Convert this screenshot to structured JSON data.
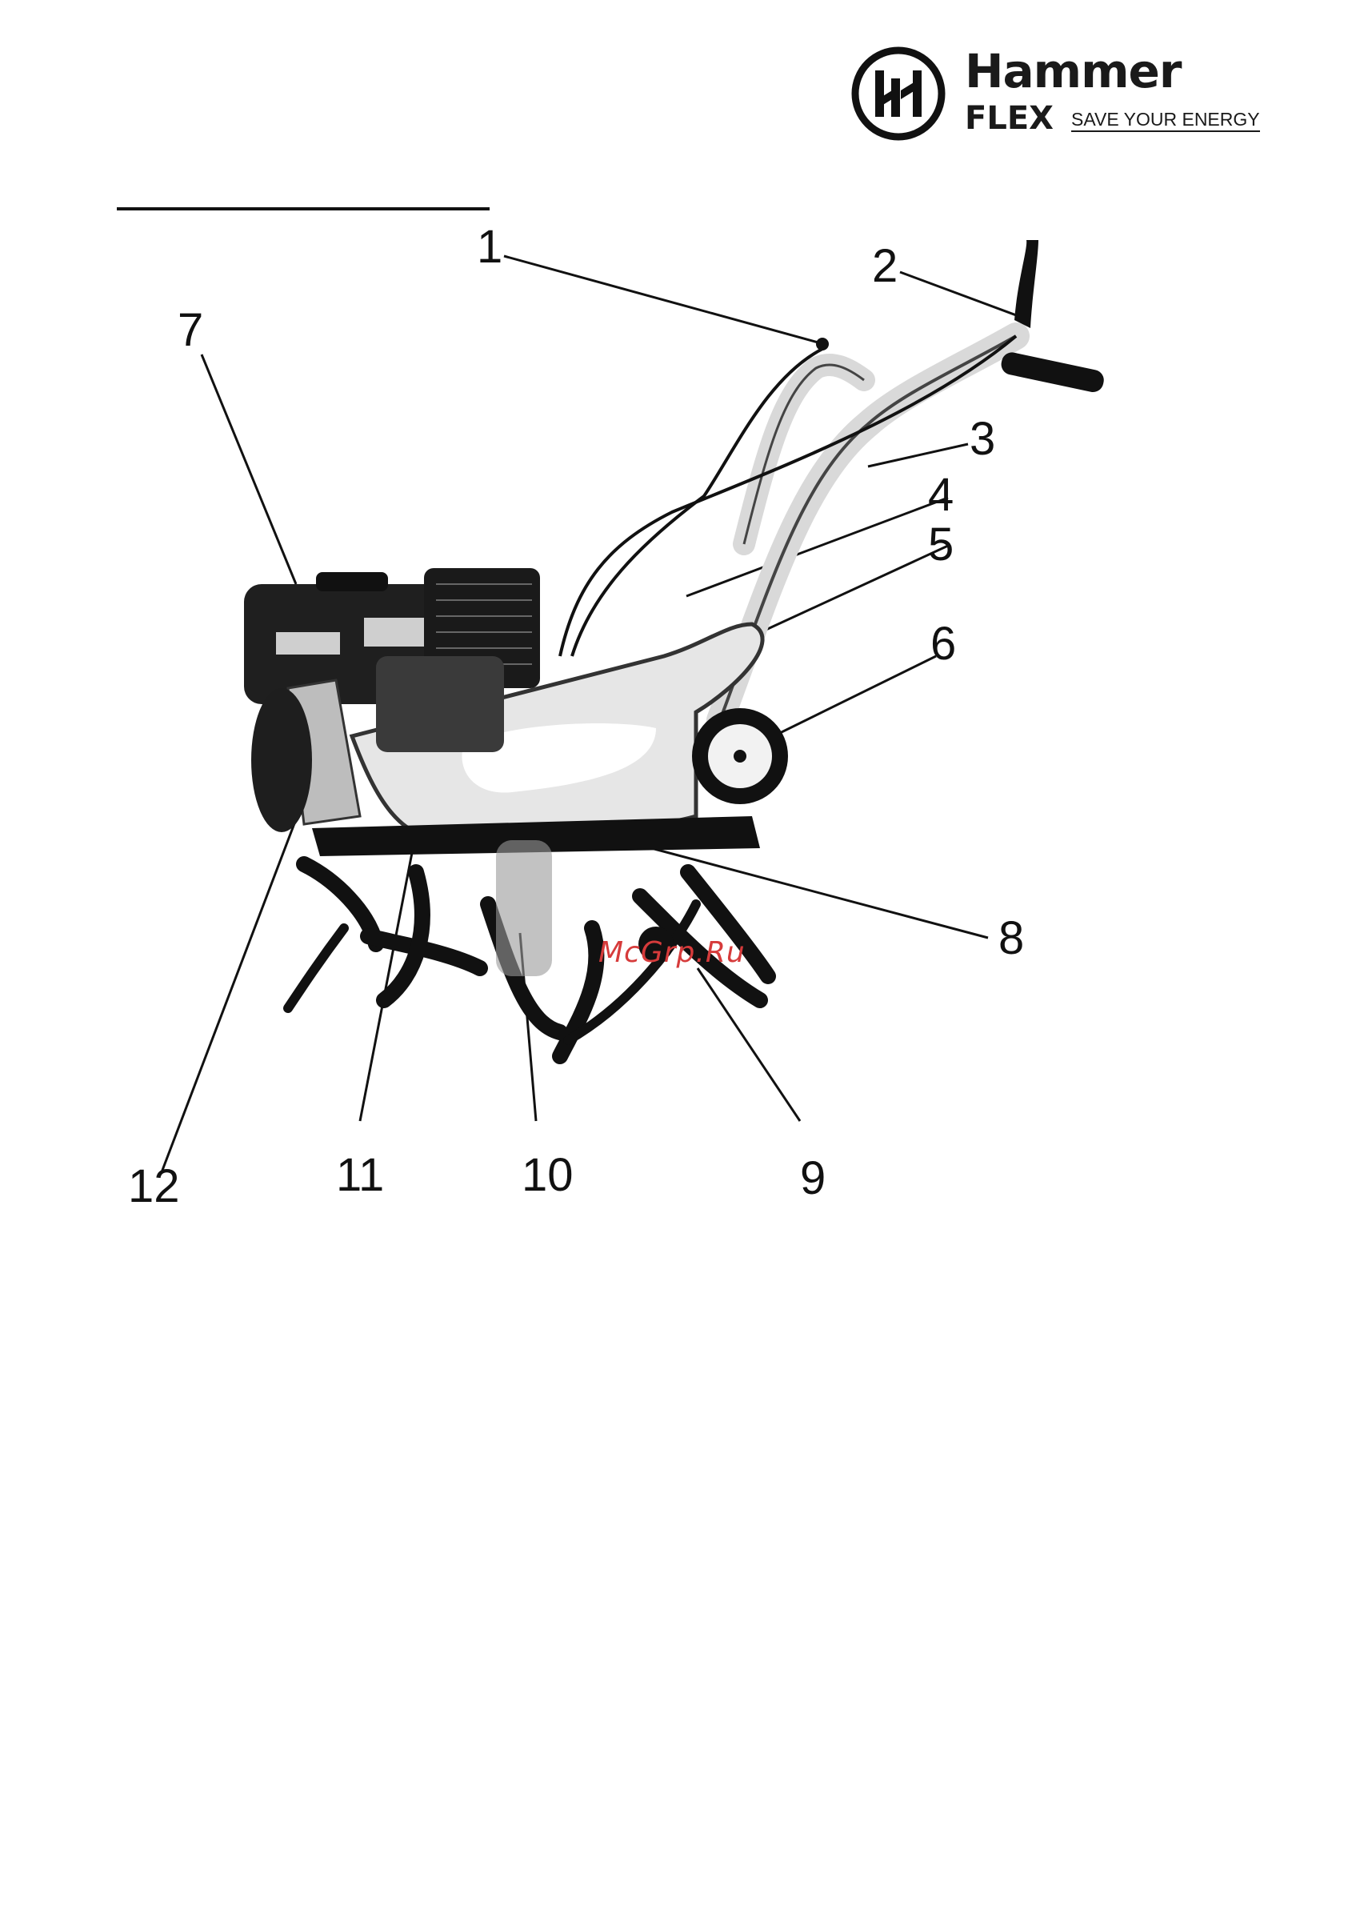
{
  "brand": {
    "name": "Hammer",
    "sub": "FLEX",
    "tagline": "SAVE YOUR ENERGY"
  },
  "watermark": "McGrp.Ru",
  "callouts": [
    "1",
    "2",
    "3",
    "4",
    "5",
    "6",
    "7",
    "8",
    "9",
    "10",
    "11",
    "12"
  ],
  "colors": {
    "ink": "#111111",
    "watermark": "#d63b3b",
    "frame": "#d9d9d9"
  },
  "icons": [
    "hammer-flex-logo-icon"
  ]
}
